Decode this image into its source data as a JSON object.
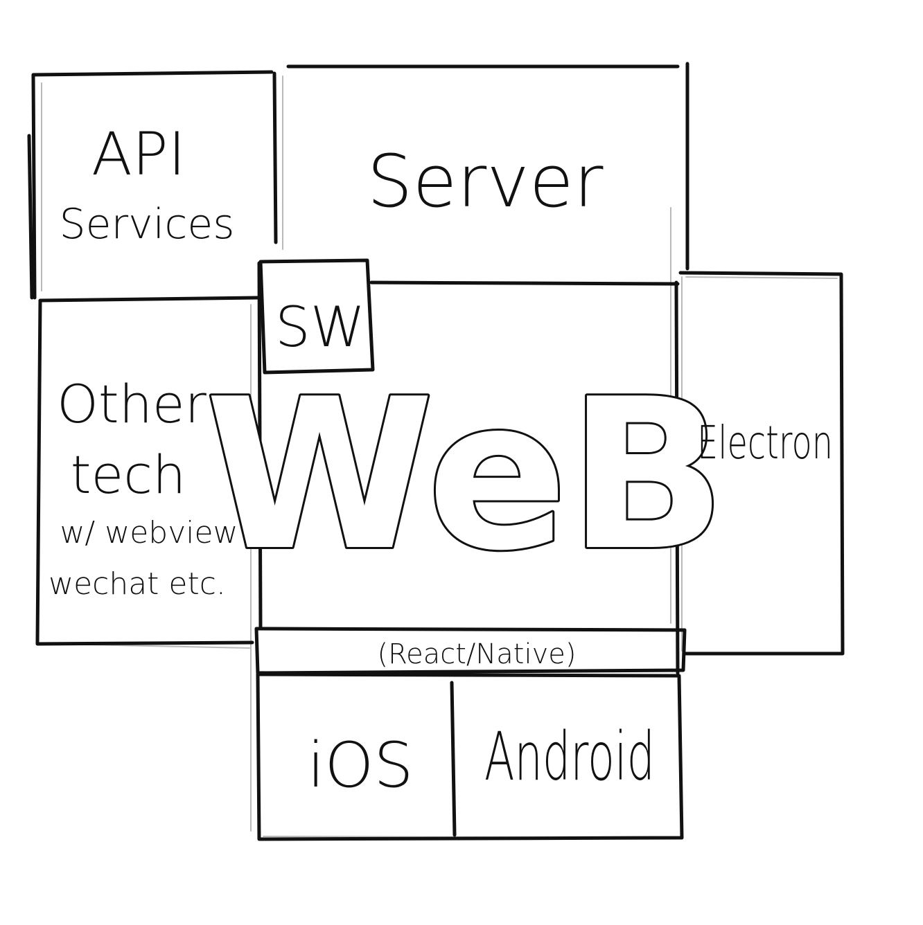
{
  "diagram": {
    "nodes": {
      "api_services": {
        "line1": "API",
        "line2": "Services"
      },
      "server": {
        "label": "Server"
      },
      "sw": {
        "label": "SW"
      },
      "web": {
        "label": "WeB"
      },
      "electron": {
        "label": "Electron"
      },
      "other_tech": {
        "line1": "Other",
        "line2": "tech",
        "line3": "w/ webview",
        "line4": "wechat etc."
      },
      "react_native": {
        "label": "(React/Native)"
      },
      "ios": {
        "label": "iOS"
      },
      "android": {
        "label": "Android"
      }
    },
    "colors": {
      "ink": "#111111",
      "background": "#ffffff"
    }
  }
}
